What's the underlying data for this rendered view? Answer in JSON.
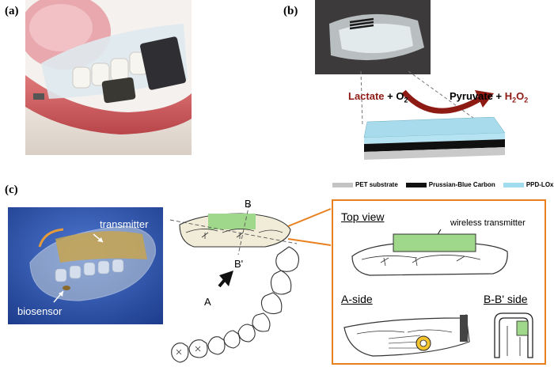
{
  "panels": {
    "a": {
      "label": "(a)"
    },
    "b": {
      "label": "(b)",
      "reaction": {
        "reactant": "Lactate",
        "plus1": "+",
        "o2_base": "O",
        "o2_sub": "2",
        "product": "Pyruvate",
        "plus2": "+",
        "h2o2": "H",
        "h2o2_sub1": "2",
        "h2o2_o": "O",
        "h2o2_sub2": "2"
      },
      "legend": [
        {
          "name": "PET substrate",
          "color": "#c4c4c4"
        },
        {
          "name": "Prussian-Blue Carbon",
          "color": "#111111"
        },
        {
          "name": "PPD-LOx",
          "color": "#9fdcef"
        }
      ]
    },
    "c": {
      "label": "(c)",
      "photo_labels": {
        "transmitter": "transmitter",
        "biosensor": "biosensor"
      },
      "diagram_labels": {
        "b": "B",
        "b_prime": "B'",
        "a": "A"
      },
      "detail": {
        "top_view": "Top view",
        "wireless_transmitter": "wireless transmitter",
        "a_side": "A-side",
        "bb_side": "B-B' side"
      }
    }
  },
  "colors": {
    "accent_orange": "#e8801e",
    "transmitter_green": "#9fd88a",
    "reaction_red": "#8e1a14"
  }
}
